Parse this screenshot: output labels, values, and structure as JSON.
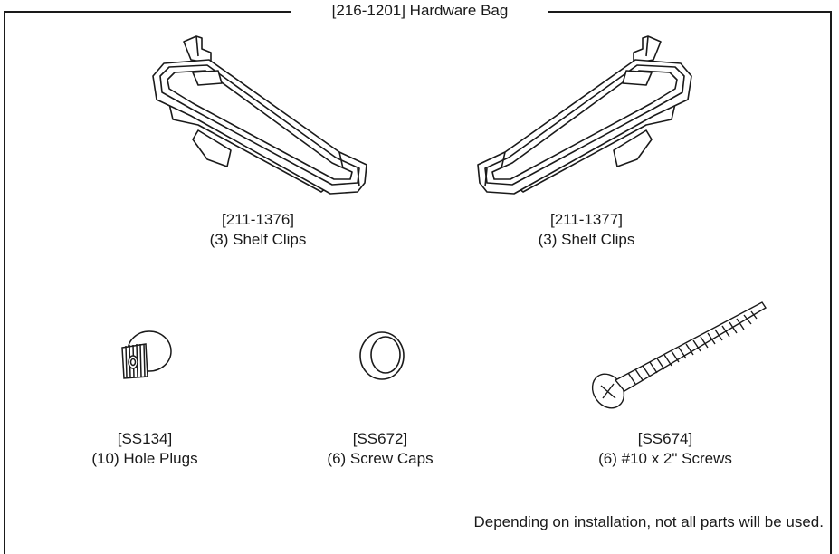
{
  "bag": {
    "title": "[216-1201] Hardware Bag"
  },
  "parts": [
    {
      "part_no": "[211-1376]",
      "description": "(3) Shelf Clips",
      "icon": "shelf-clip-left"
    },
    {
      "part_no": "[211-1377]",
      "description": "(3) Shelf Clips",
      "icon": "shelf-clip-right"
    },
    {
      "part_no": "[SS134]",
      "description": "(10) Hole Plugs",
      "icon": "hole-plug"
    },
    {
      "part_no": "[SS672]",
      "description": "(6) Screw Caps",
      "icon": "screw-cap"
    },
    {
      "part_no": "[SS674]",
      "description": "(6) #10 x 2\" Screws",
      "icon": "screw"
    }
  ],
  "note": "Depending on installation, not all parts will be used."
}
